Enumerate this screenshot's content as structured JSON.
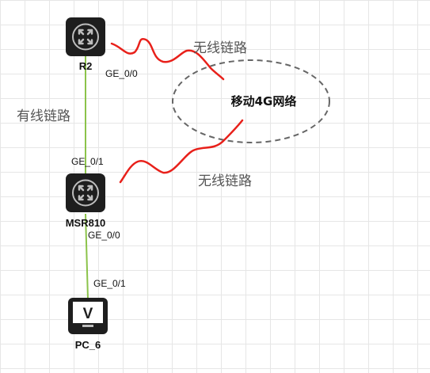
{
  "colors": {
    "wired_link": "#8bc34a",
    "wireless_link": "#e8201a",
    "cloud_border": "#666666",
    "device_fill": "#1e1e1e"
  },
  "devices": {
    "r2": {
      "name": "R2",
      "icon": "router-icon"
    },
    "msr810": {
      "name": "MSR810",
      "icon": "router-icon"
    },
    "pc6": {
      "name": "PC_6",
      "icon": "pc-monitor-icon",
      "glyph": "V"
    }
  },
  "ports": {
    "r2_ge00": "GE_0/0",
    "msr_ge01": "GE_0/1",
    "msr_ge00": "GE_0/0",
    "pc_ge01": "GE_0/1"
  },
  "labels": {
    "wired_link": "有线链路",
    "wireless_link_top": "无线链路",
    "wireless_link_bottom": "无线链路"
  },
  "network": {
    "name": "移动4G网络"
  }
}
